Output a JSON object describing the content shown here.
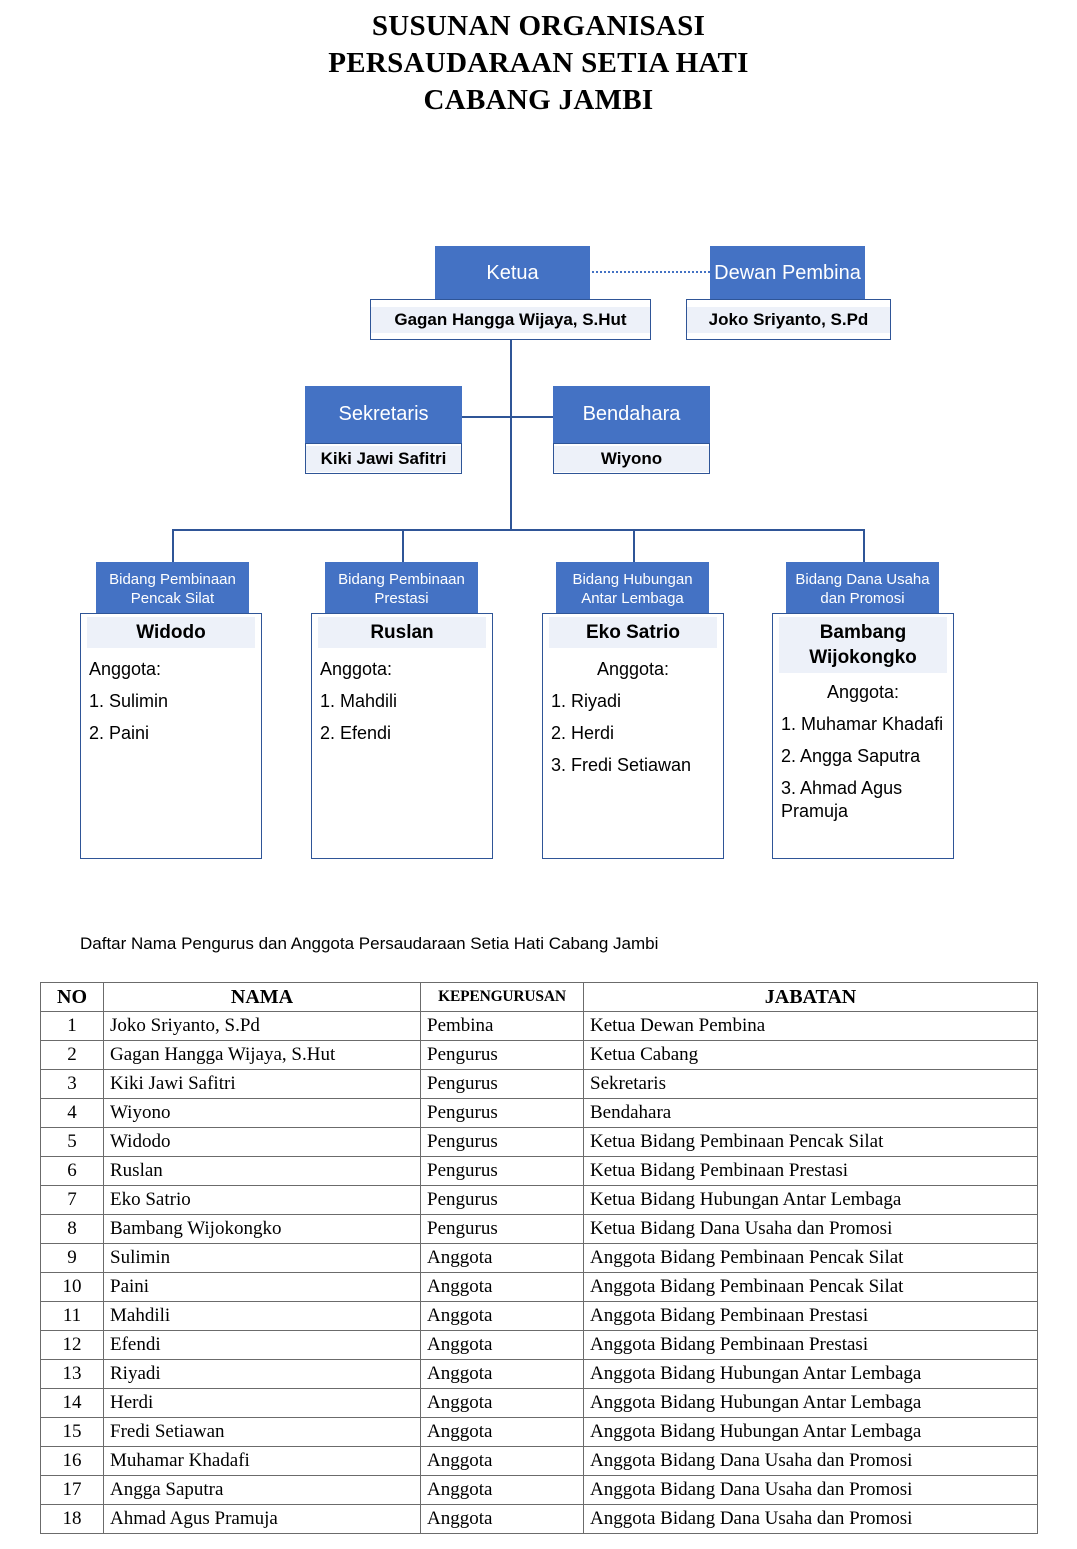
{
  "title": {
    "line1": "SUSUNAN ORGANISASI",
    "line2": "PERSAUDARAAN SETIA HATI",
    "line3": "CABANG JAMBI"
  },
  "org_chart": {
    "ketua": {
      "role": "Ketua",
      "name": "Gagan Hangga Wijaya, S.Hut"
    },
    "dewan_pembina": {
      "role": "Dewan Pembina",
      "name": "Joko Sriyanto, S.Pd"
    },
    "sekretaris": {
      "role": "Sekretaris",
      "name": "Kiki Jawi Safitri"
    },
    "bendahara": {
      "role": "Bendahara",
      "name": "Wiyono"
    },
    "departments": [
      {
        "role_line1": "Bidang Pembinaan",
        "role_line2": "Pencak Silat",
        "leader": "Widodo",
        "members_label": "Anggota:",
        "members": [
          "1. Sulimin",
          "2. Paini"
        ]
      },
      {
        "role_line1": "Bidang Pembinaan",
        "role_line2": "Prestasi",
        "leader": "Ruslan",
        "members_label": "Anggota:",
        "members": [
          "1. Mahdili",
          "2. Efendi"
        ]
      },
      {
        "role_line1": "Bidang Hubungan",
        "role_line2": "Antar Lembaga",
        "leader": "Eko Satrio",
        "members_label": "Anggota:",
        "members": [
          "1. Riyadi",
          "2. Herdi",
          "3. Fredi Setiawan"
        ]
      },
      {
        "role_line1": "Bidang Dana Usaha",
        "role_line2": "dan Promosi",
        "leader_line1": "Bambang",
        "leader_line2": "Wijokongko",
        "members_label": "Anggota:",
        "members": [
          "1. Muhamar Khadafi",
          "2. Angga Saputra",
          "3. Ahmad Agus Pramuja"
        ]
      }
    ]
  },
  "roster": {
    "caption": "Daftar Nama Pengurus dan Anggota Persaudaraan Setia Hati Cabang Jambi",
    "headers": [
      "NO",
      "NAMA",
      "KEPENGURUSAN",
      "JABATAN"
    ],
    "rows": [
      [
        "1",
        "Joko Sriyanto, S.Pd",
        "Pembina",
        "Ketua Dewan Pembina"
      ],
      [
        "2",
        "Gagan Hangga Wijaya, S.Hut",
        "Pengurus",
        "Ketua Cabang"
      ],
      [
        "3",
        "Kiki Jawi Safitri",
        "Pengurus",
        "Sekretaris"
      ],
      [
        "4",
        "Wiyono",
        "Pengurus",
        "Bendahara"
      ],
      [
        "5",
        "Widodo",
        "Pengurus",
        "Ketua Bidang Pembinaan Pencak Silat"
      ],
      [
        "6",
        "Ruslan",
        "Pengurus",
        "Ketua Bidang Pembinaan Prestasi"
      ],
      [
        "7",
        "Eko Satrio",
        "Pengurus",
        "Ketua Bidang Hubungan Antar Lembaga"
      ],
      [
        "8",
        "Bambang Wijokongko",
        "Pengurus",
        "Ketua Bidang Dana Usaha dan Promosi"
      ],
      [
        "9",
        "Sulimin",
        "Anggota",
        "Anggota Bidang Pembinaan Pencak Silat"
      ],
      [
        "10",
        "Paini",
        "Anggota",
        "Anggota Bidang Pembinaan Pencak Silat"
      ],
      [
        "11",
        "Mahdili",
        "Anggota",
        "Anggota Bidang Pembinaan Prestasi"
      ],
      [
        "12",
        "Efendi",
        "Anggota",
        "Anggota Bidang Pembinaan Prestasi"
      ],
      [
        "13",
        "Riyadi",
        "Anggota",
        "Anggota Bidang Hubungan Antar Lembaga"
      ],
      [
        "14",
        "Herdi",
        "Anggota",
        "Anggota Bidang Hubungan Antar Lembaga"
      ],
      [
        "15",
        "Fredi Setiawan",
        "Anggota",
        "Anggota Bidang Hubungan Antar Lembaga"
      ],
      [
        "16",
        "Muhamar Khadafi",
        "Anggota",
        "Anggota Bidang Dana Usaha dan Promosi"
      ],
      [
        "17",
        "Angga Saputra",
        "Anggota",
        "Anggota Bidang Dana Usaha dan Promosi"
      ],
      [
        "18",
        "Ahmad Agus Pramuja",
        "Anggota",
        "Anggota Bidang Dana Usaha dan Promosi"
      ]
    ]
  },
  "colors": {
    "header_blue": "#4472C4",
    "border_blue": "#2F5597",
    "name_band": "#EDF1F9"
  }
}
